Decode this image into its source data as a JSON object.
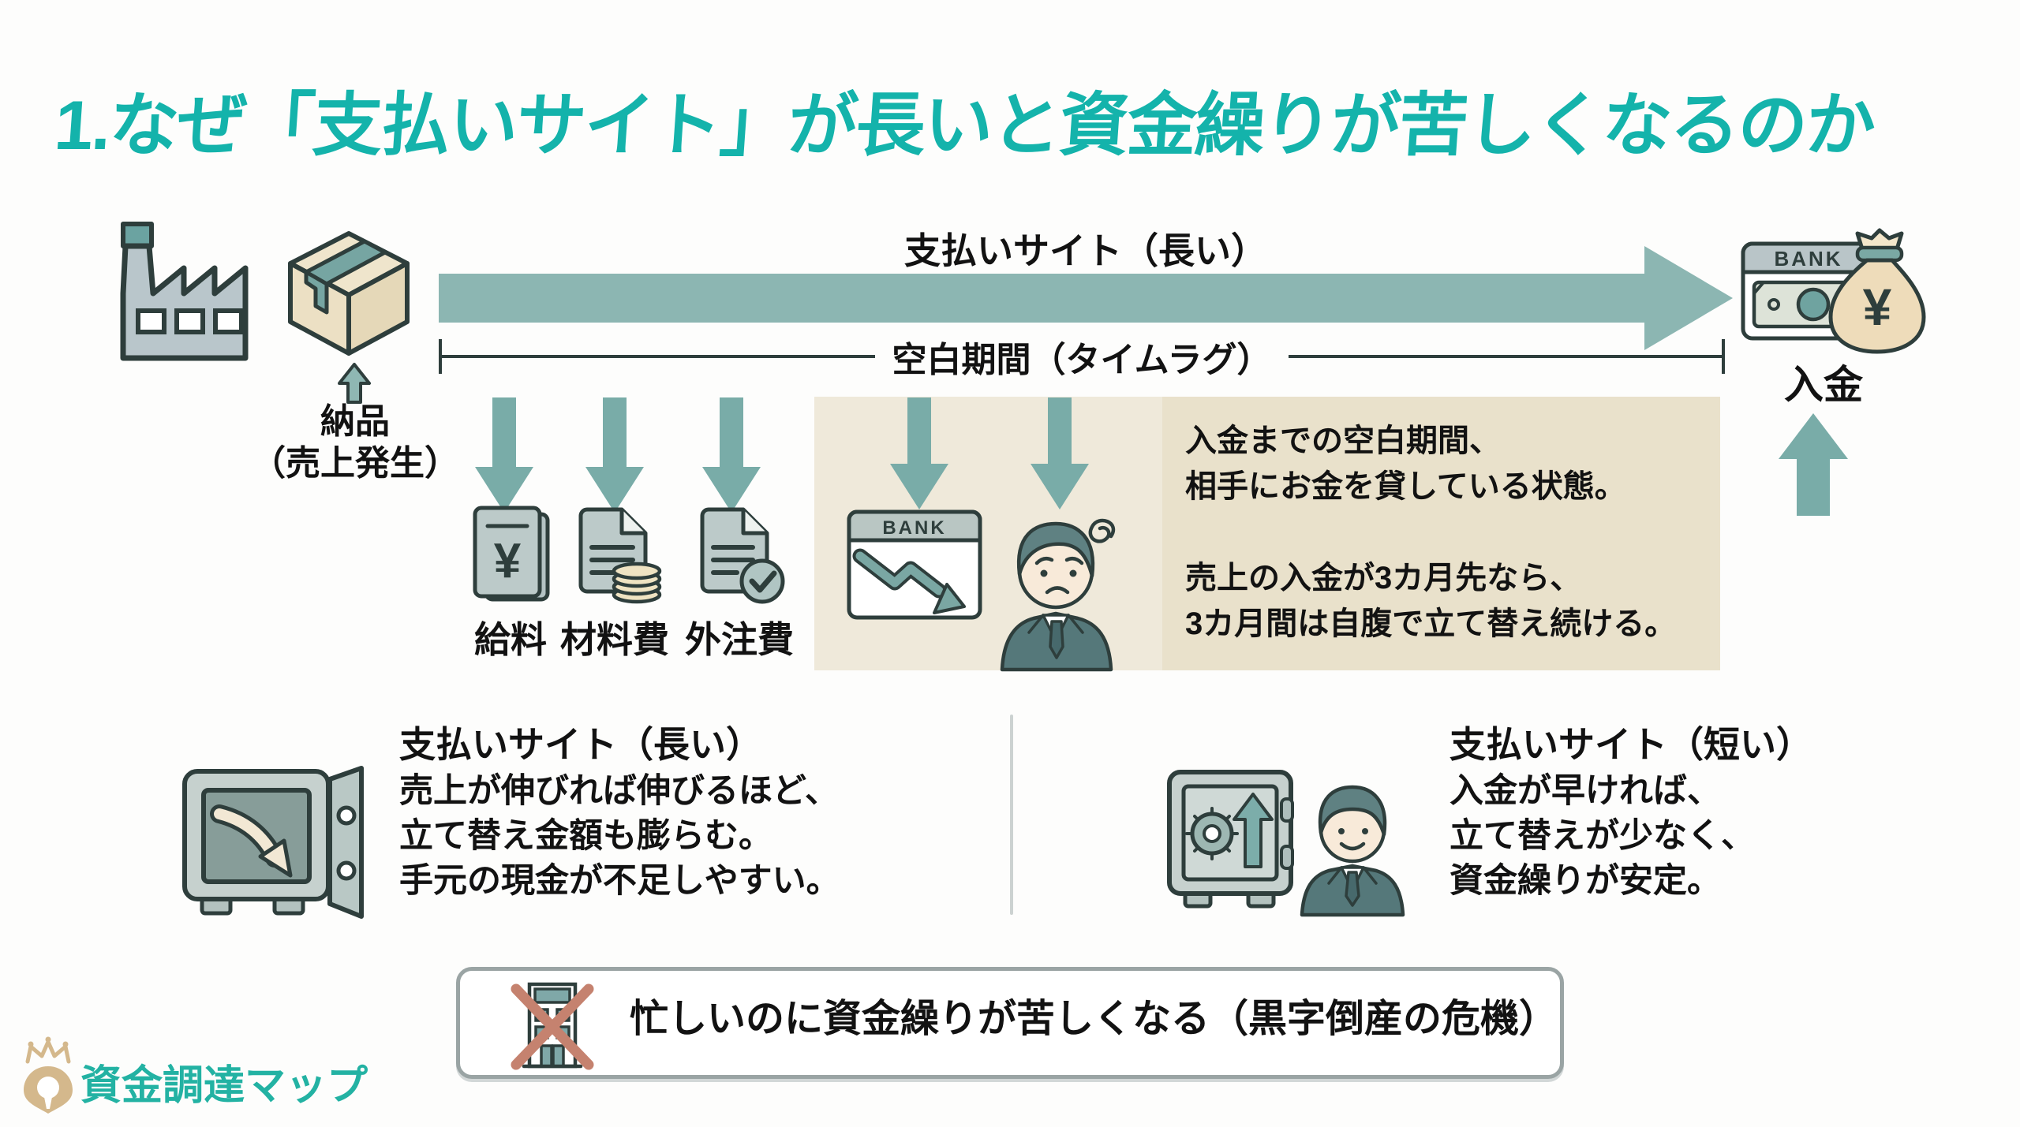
{
  "title": {
    "text": "1.なぜ「支払いサイト」が長いと資金繰りが苦しくなるのか",
    "color": "#14b3ab"
  },
  "timeline": {
    "arrow_label": "支払いサイト（長い）",
    "gap_label": "空白期間（タイムラグ）",
    "delivery_line1": "納品",
    "delivery_line2": "（売上発生）",
    "deposit_label": "入金",
    "bank_label": "BANK",
    "yen_symbol": "¥"
  },
  "expenses": {
    "items": [
      {
        "label": "給料",
        "icon": "wallet-yen-icon"
      },
      {
        "label": "材料費",
        "icon": "document-coins-icon"
      },
      {
        "label": "外注費",
        "icon": "document-check-icon"
      }
    ]
  },
  "gap_panel": {
    "para1_line1": "入金までの空白期間、",
    "para1_line2": "相手にお金を貸している状態。",
    "para2_line1": "売上の入金が3カ月先なら、",
    "para2_line2": "3カ月間は自腹で立て替え続ける。"
  },
  "comparison": {
    "long": {
      "heading": "支払いサイト（長い）",
      "lines": [
        "売上が伸びれば伸びるほど、",
        "立て替え金額も膨らむ。",
        "手元の現金が不足しやすい。"
      ]
    },
    "short": {
      "heading": "支払いサイト（短い）",
      "lines": [
        "入金が早ければ、",
        "立て替えが少なく、",
        "資金繰りが安定。"
      ]
    }
  },
  "warning": {
    "text": "忙しいのに資金繰りが苦しくなる（黒字倒産の危機）"
  },
  "logo": {
    "text": "資金調達マップ"
  },
  "icons": [
    "factory-icon",
    "package-box-icon",
    "long-right-arrow-icon",
    "down-arrow-icon",
    "up-arrow-icon",
    "wallet-yen-icon",
    "document-coins-icon",
    "document-check-icon",
    "bank-decline-chart-icon",
    "worried-businessman-icon",
    "banknote-card-icon",
    "money-bag-icon",
    "open-safe-icon",
    "closed-safe-icon",
    "smiling-businessman-icon",
    "crossed-building-icon",
    "crown-pin-logo-icon"
  ],
  "colors": {
    "title_teal": "#14b3ab",
    "arrow_sage": "#8cb6b2",
    "small_arrow_sage": "#79aca8",
    "panel_beige_light": "#efe9da",
    "panel_beige_dark": "#e9e1cb",
    "outline_dark": "#2e3e3c",
    "warning_x_red": "#c5826f",
    "logo_gold": "#d4b88c",
    "logo_teal": "#23b2a3"
  }
}
